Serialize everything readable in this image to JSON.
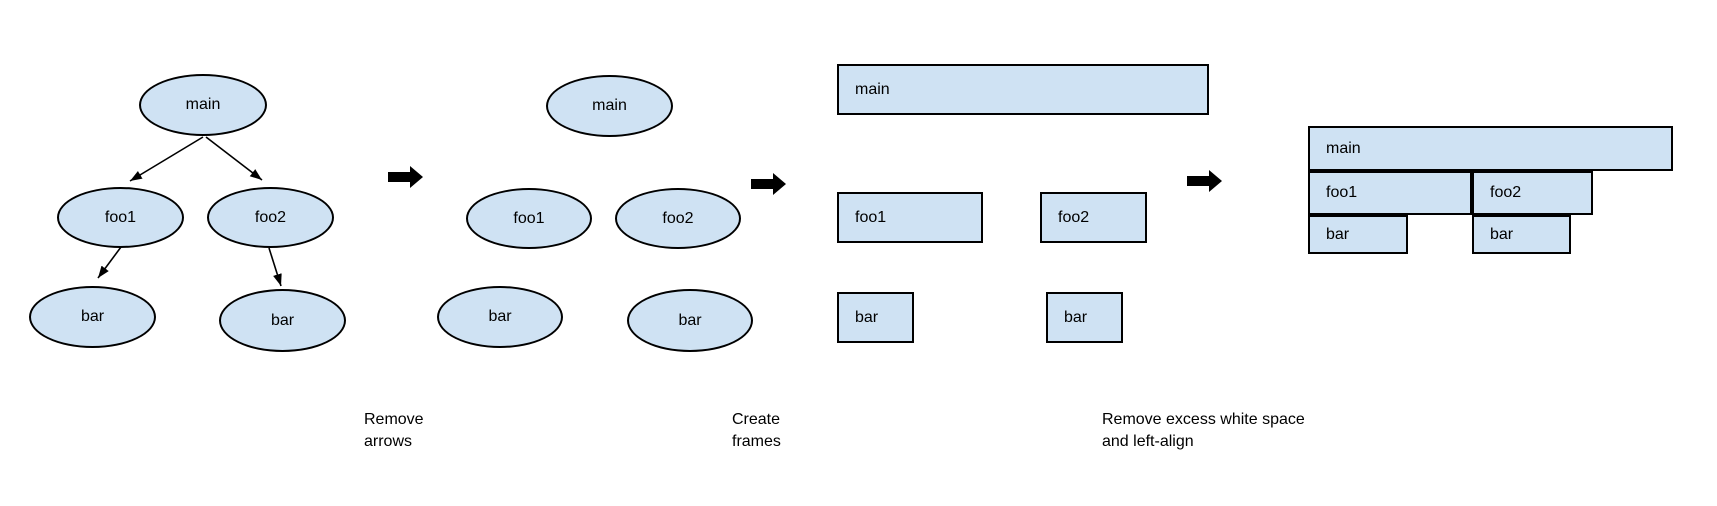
{
  "colors": {
    "node_fill": "#cfe2f3",
    "node_border": "#000000",
    "arrow": "#000000",
    "text": "#000000",
    "background": "#ffffff"
  },
  "stages": [
    {
      "name": "call-tree-with-arrows",
      "shape": "ellipse",
      "nodes": [
        {
          "id": "main",
          "label": "main"
        },
        {
          "id": "foo1",
          "label": "foo1"
        },
        {
          "id": "foo2",
          "label": "foo2"
        },
        {
          "id": "bar-left",
          "label": "bar"
        },
        {
          "id": "bar-right",
          "label": "bar"
        }
      ],
      "edges": [
        {
          "from": "main",
          "to": "foo1"
        },
        {
          "from": "main",
          "to": "foo2"
        },
        {
          "from": "foo1",
          "to": "bar-left"
        },
        {
          "from": "foo2",
          "to": "bar-right"
        }
      ]
    },
    {
      "name": "arrows-removed",
      "shape": "ellipse",
      "nodes": [
        {
          "id": "main",
          "label": "main"
        },
        {
          "id": "foo1",
          "label": "foo1"
        },
        {
          "id": "foo2",
          "label": "foo2"
        },
        {
          "id": "bar-left",
          "label": "bar"
        },
        {
          "id": "bar-right",
          "label": "bar"
        }
      ]
    },
    {
      "name": "frames",
      "shape": "rect",
      "nodes": [
        {
          "id": "main",
          "label": "main"
        },
        {
          "id": "foo1",
          "label": "foo1"
        },
        {
          "id": "foo2",
          "label": "foo2"
        },
        {
          "id": "bar-left",
          "label": "bar"
        },
        {
          "id": "bar-right",
          "label": "bar"
        }
      ]
    },
    {
      "name": "flame-graph-packed",
      "shape": "rect",
      "nodes": [
        {
          "id": "main",
          "label": "main"
        },
        {
          "id": "foo1",
          "label": "foo1"
        },
        {
          "id": "foo2",
          "label": "foo2"
        },
        {
          "id": "bar-left",
          "label": "bar"
        },
        {
          "id": "bar-right",
          "label": "bar"
        }
      ]
    }
  ],
  "transitions": [
    {
      "label": "Remove arrows"
    },
    {
      "label": "Create frames"
    },
    {
      "label": "Remove excess white space and left-align"
    }
  ]
}
